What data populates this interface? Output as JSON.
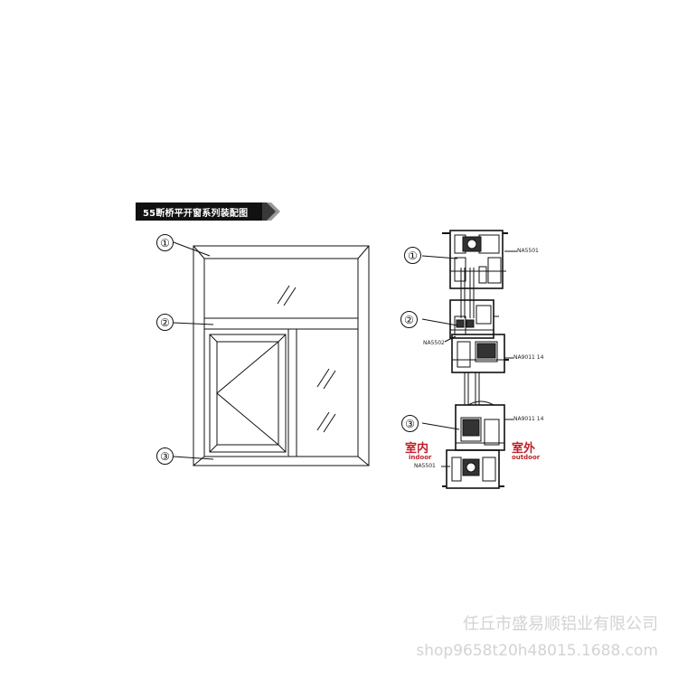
{
  "banner": {
    "title": "55断桥平开窗系列装配图"
  },
  "callouts": [
    "①",
    "②",
    "③"
  ],
  "profiles": {
    "top": "NA5501",
    "mullion": "NA5502",
    "sash_upper": "NA9011 14",
    "sash_lower": "NA9011 14",
    "bottom": "NA5501"
  },
  "zones": {
    "indoor_cn": "室内",
    "indoor_en": "indoor",
    "outdoor_cn": "室外",
    "outdoor_en": "outdoor"
  },
  "watermark": {
    "company": "任丘市盛易顺铝业有限公司",
    "shop": "shop9658t20h48015.1688.com"
  },
  "colors": {
    "line": "#111111",
    "banner_bg": "#111111",
    "zone_text": "#c0202a",
    "watermark": "#d3d3d3"
  }
}
